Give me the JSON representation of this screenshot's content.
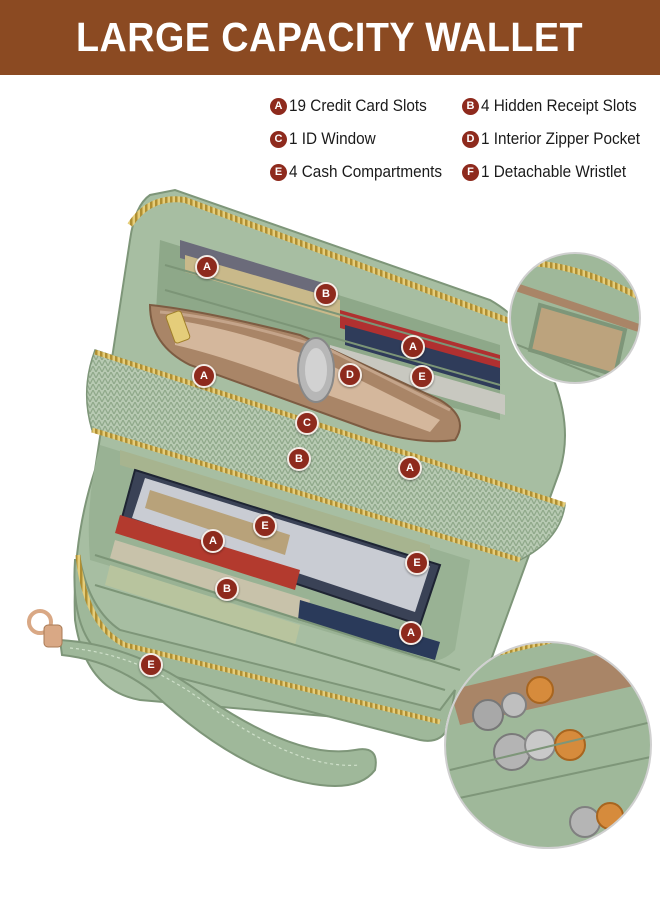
{
  "banner": {
    "title": "LARGE CAPACITY WALLET"
  },
  "features": [
    {
      "letter": "A",
      "text": "19 Credit Card Slots"
    },
    {
      "letter": "B",
      "text": "4 Hidden Receipt Slots"
    },
    {
      "letter": "C",
      "text": "1 ID Window"
    },
    {
      "letter": "D",
      "text": "1 Interior Zipper Pocket"
    },
    {
      "letter": "E",
      "text": "4  Cash Compartments"
    },
    {
      "letter": "F",
      "text": "1 Detachable Wristlet"
    }
  ],
  "callouts": [
    "A",
    "B",
    "A",
    "D",
    "A",
    "E",
    "C",
    "B",
    "A",
    "E",
    "A",
    "E",
    "B",
    "A",
    "E"
  ],
  "colors": {
    "banner": "#8b4a22",
    "badge": "#8e2a1d",
    "leather": "#9fb89a",
    "zipper": "#c9a84a",
    "lining": "#a98567"
  }
}
